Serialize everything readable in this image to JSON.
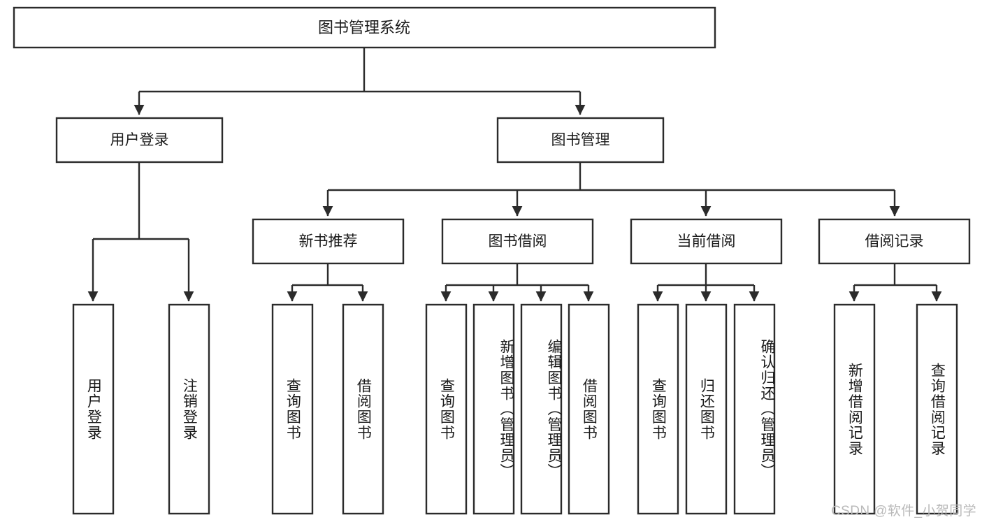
{
  "diagram": {
    "type": "tree-hierarchy",
    "title": "图书管理系统",
    "orientation": "top-down",
    "colors": {
      "box_stroke": "#2b2b2b",
      "box_fill": "#ffffff",
      "text": "#1a1a1a",
      "background": "#ffffff",
      "watermark": "#b9b9b9"
    },
    "root": {
      "label": "图书管理系统"
    },
    "level2": [
      {
        "label": "用户登录"
      },
      {
        "label": "图书管理"
      }
    ],
    "level3": [
      {
        "label": "新书推荐"
      },
      {
        "label": "图书借阅"
      },
      {
        "label": "当前借阅"
      },
      {
        "label": "借阅记录"
      }
    ],
    "leaves": {
      "user_login": [
        {
          "label": "用户登录"
        },
        {
          "label": "注销登录"
        }
      ],
      "new_book_recommend": [
        {
          "label": "查询图书"
        },
        {
          "label": "借阅图书"
        }
      ],
      "book_borrow": [
        {
          "label": "查询图书"
        },
        {
          "label": "新增图书（管理员）"
        },
        {
          "label": "编辑图书（管理员）"
        },
        {
          "label": "借阅图书"
        }
      ],
      "current_borrow": [
        {
          "label": "查询图书"
        },
        {
          "label": "归还图书"
        },
        {
          "label": "确认归还（管理员）"
        }
      ],
      "borrow_record": [
        {
          "label": "新增借阅记录"
        },
        {
          "label": "查询借阅记录"
        }
      ]
    },
    "watermark": "CSDN @软件_小贺同学"
  }
}
